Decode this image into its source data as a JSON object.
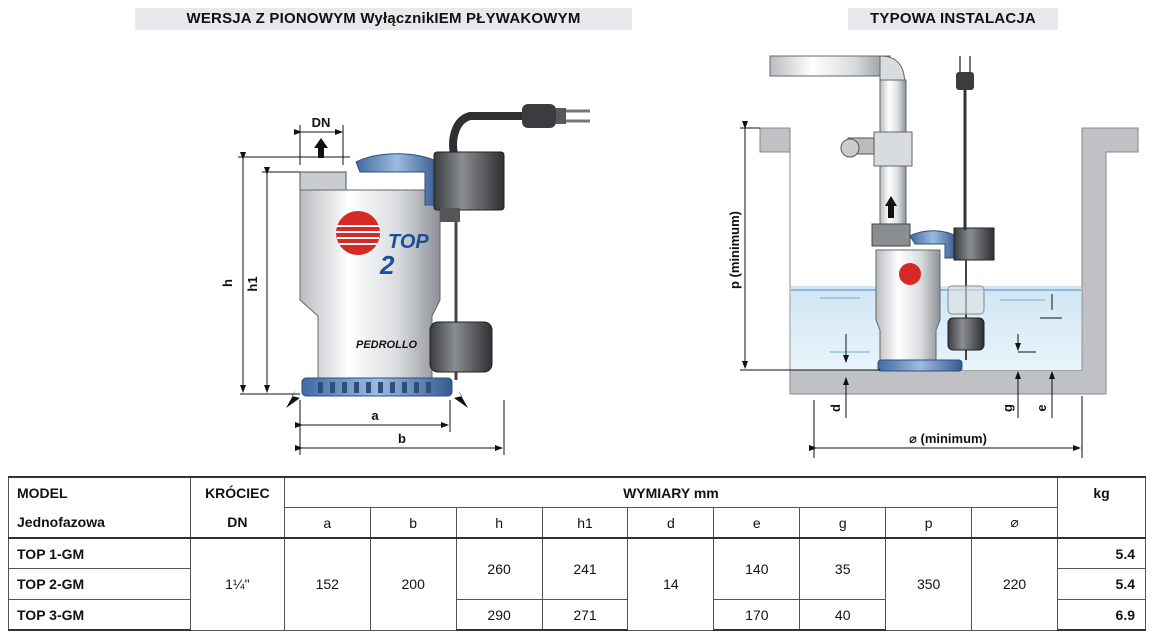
{
  "headers": {
    "left": "WERSJA Z PIONOWYM WyłącznikIEM PŁYWAKOWYM",
    "right": "TYPOWA INSTALACJA"
  },
  "left_figure": {
    "labels": {
      "dn": "DN",
      "h": "h",
      "h1": "h1",
      "a": "a",
      "b": "b"
    },
    "logo_text": "TOP",
    "logo_number": "2",
    "brand": "PEDROLLO"
  },
  "right_figure": {
    "labels": {
      "p": "p  (minimum)",
      "d": "d",
      "g": "g",
      "e": "e",
      "diameter": "⌀  (minimum)"
    }
  },
  "table": {
    "col_model": "MODEL",
    "col_model_sub": "Jednofazowa",
    "col_dn": "KRÓCIEC",
    "col_dn_sub": "DN",
    "col_dims": "WYMIARY mm",
    "col_kg": "kg",
    "dim_headers": [
      "a",
      "b",
      "h",
      "h1",
      "d",
      "e",
      "g",
      "p",
      "⌀"
    ],
    "models": [
      "TOP 1-GM",
      "TOP 2-GM",
      "TOP 3-GM"
    ],
    "dn_value": "1¼\"",
    "a_value": "152",
    "b_value": "200",
    "h_top": "260",
    "h_bottom": "290",
    "h1_top": "241",
    "h1_bottom": "271",
    "d_value": "14",
    "e_top": "140",
    "e_bottom": "170",
    "g_top": "35",
    "g_bottom": "40",
    "p_value": "350",
    "diam_value": "220",
    "kg_values": [
      "5.4",
      "5.4",
      "6.9"
    ]
  }
}
